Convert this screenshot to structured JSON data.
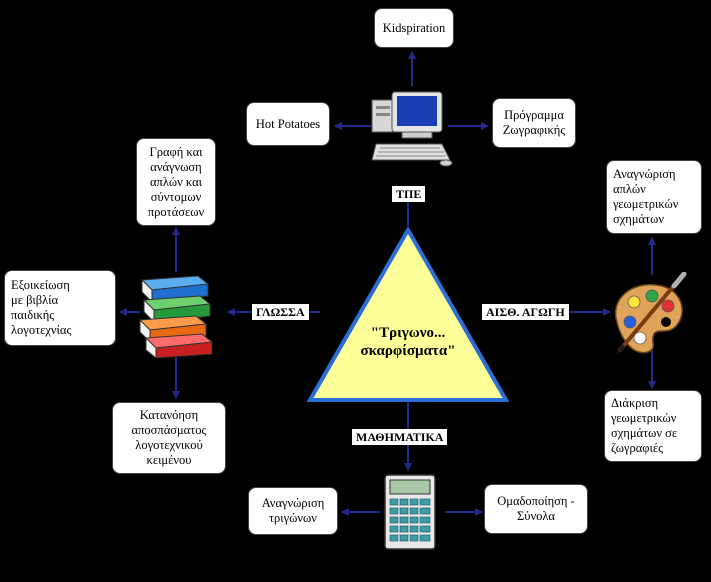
{
  "center": {
    "line1": "\"Τριγωνο...",
    "line2": "σκαρφίσματα\""
  },
  "labels": {
    "tpe": "ΤΠΕ",
    "glossa": "ΓΛΩΣΣΑ",
    "aisth": "ΑΙΣΘ. ΑΓΩΓΗ",
    "math": "ΜΑΘΗΜΑΤΙΚΑ"
  },
  "nodes": {
    "kidspiration": "Kidspiration",
    "hot_potatoes": "Hot Potatoes",
    "programma": [
      "Πρόγραμμα",
      "Ζωγραφικής"
    ],
    "grafi": [
      "Γραφή και",
      "ανάγνωση",
      "απλών και",
      "σύντομων",
      "προτάσεων"
    ],
    "exoikeiosi": [
      "Εξοικείωση",
      "με βιβλία",
      "παιδικής",
      "λογοτεχνίας"
    ],
    "katanoisi": [
      "Κατανόηση",
      "αποσπάσματος",
      "λογοτεχνικού",
      "κειμένου"
    ],
    "anagnorisi_apl": [
      "Αναγνώριση",
      "απλών",
      "γεωμετρικών",
      "σχημάτων"
    ],
    "diakrisi": [
      "Διάκριση",
      "γεωμετρικών",
      "σχημάτων σε",
      "ζωγραφιές"
    ],
    "anagnorisi_tri": [
      "Αναγνώριση",
      "τριγώνων"
    ],
    "omadopoiisi": [
      "Ομαδοποίηση -",
      "Σύνολα"
    ]
  },
  "icons": [
    "computer-icon",
    "books-icon",
    "palette-icon",
    "calculator-icon"
  ],
  "colors": {
    "background": "#000000",
    "triangle_fill": "#ffff99",
    "triangle_stroke": "#2b6fd6",
    "arrow": "#1f2a8a"
  }
}
